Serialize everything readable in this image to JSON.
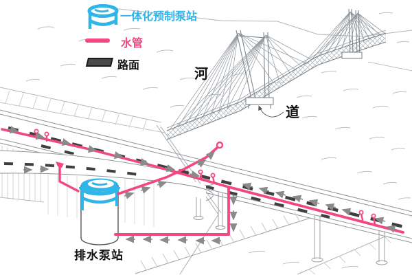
{
  "legend": {
    "pump_station_label": "一体化预制泵站",
    "pipe_label": "水管",
    "road_label": "路面"
  },
  "scene_labels": {
    "river": "河",
    "channel": "道",
    "drain_pump_station": "排水泵站"
  },
  "icons": {
    "pump_station_icon": "cyan-tank-icon",
    "pipe_swatch": "pink-line-swatch",
    "road_swatch": "dark-dash-swatch"
  },
  "colors": {
    "pump_station_cyan": "#2fb5e8",
    "pipe_pink": "#f2487f",
    "road_dash_dark": "#3f3f3f",
    "flow_arrow_gray": "#8a8a8a",
    "sketch_line_gray": "#c2c2c2"
  }
}
